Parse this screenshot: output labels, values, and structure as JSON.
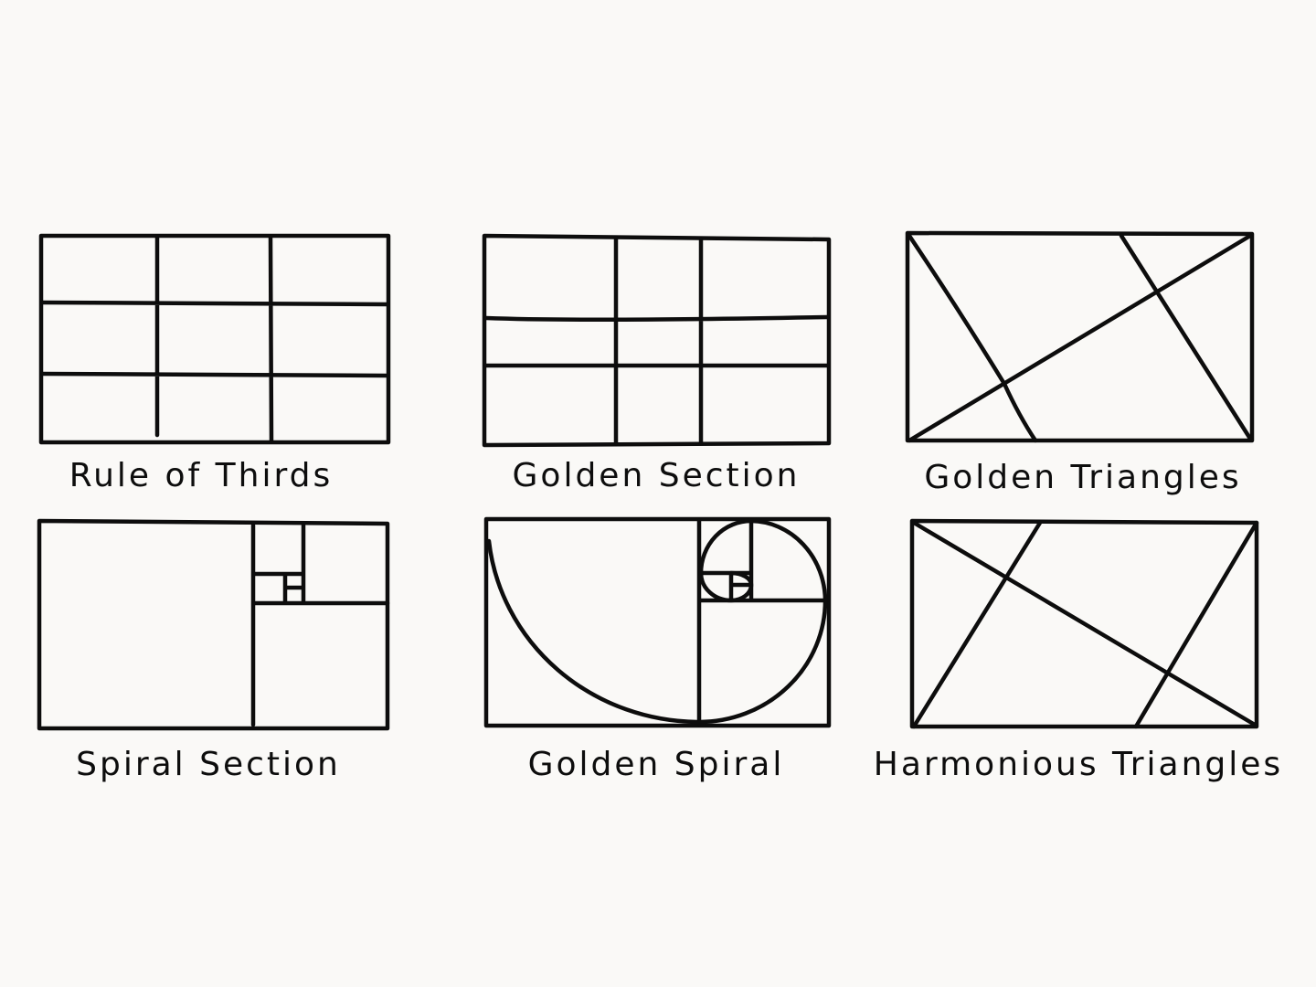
{
  "panels": [
    {
      "label": "Rule of Thirds"
    },
    {
      "label": "Golden Section"
    },
    {
      "label": "Golden Triangles"
    },
    {
      "label": "Spiral Section"
    },
    {
      "label": "Golden Spiral"
    },
    {
      "label": "Harmonious Triangles"
    }
  ],
  "colors": {
    "background": "#faf9f7",
    "ink": "#0d0d0d"
  }
}
